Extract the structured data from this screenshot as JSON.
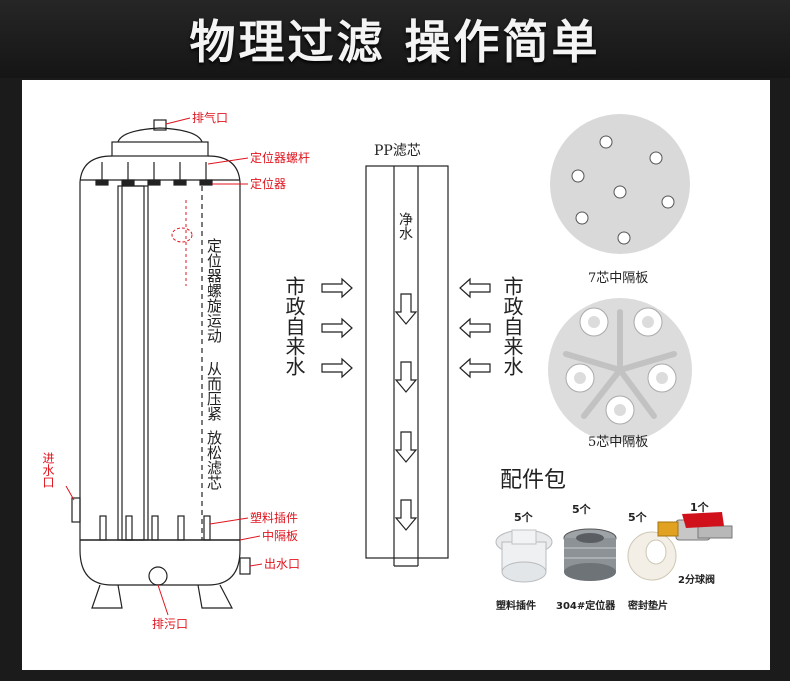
{
  "header": {
    "title": "物理过滤 操作简单"
  },
  "housing": {
    "labels": {
      "exhaust": "排气口",
      "locator_screw": "定位器螺杆",
      "locator": "定位器",
      "inlet": "进水口",
      "plastic_insert": "塑料插件",
      "middle_plate": "中隔板",
      "outlet": "出水口",
      "drain": "排污口"
    },
    "description_line1": "定位器螺旋运动 从而压紧",
    "description_line2": "放松滤芯"
  },
  "pp_filter": {
    "title": "PP滤芯",
    "clean_water": "净水",
    "municipal_water_left": "市政自来水",
    "municipal_water_right": "市政自来水"
  },
  "plates": {
    "plate7_label": "7芯中隔板",
    "plate5_label": "5芯中隔板"
  },
  "accessories": {
    "title": "配件包",
    "items": [
      {
        "qty": "5个",
        "name": "塑料插件"
      },
      {
        "qty": "5个",
        "name": "304#定位器"
      },
      {
        "qty": "5个",
        "name": "密封垫片"
      },
      {
        "qty": "1个",
        "name": "2分球阀"
      }
    ]
  },
  "colors": {
    "label_red": "#e0141e",
    "line": "#222222",
    "plate_gray": "#d9d9d9"
  }
}
